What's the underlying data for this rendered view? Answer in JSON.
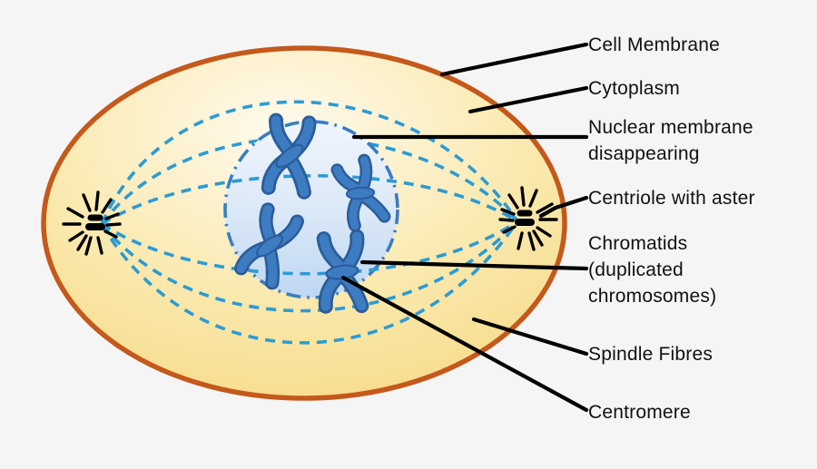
{
  "figure": {
    "kind": "labeled-biology-diagram",
    "visible_part_counts": {
      "chromosomes": 4,
      "centrioles": 2,
      "spindle_fibre_curves": 6
    }
  },
  "labels": [
    {
      "id": "cell-membrane",
      "text": "Cell Membrane"
    },
    {
      "id": "cytoplasm",
      "text": "Cytoplasm"
    },
    {
      "id": "nuclear-membrane",
      "text": "Nuclear membrane\ndisappearing"
    },
    {
      "id": "centriole-with-aster",
      "text": "Centriole with aster"
    },
    {
      "id": "chromatids",
      "text": "Chromatids\n(duplicated\nchromosomes)"
    },
    {
      "id": "spindle-fibres",
      "text": "Spindle Fibres"
    },
    {
      "id": "centromere",
      "text": "Centromere"
    }
  ],
  "colors": {
    "bg": "#f5f5f5",
    "ink": "#111111",
    "membrane": "#c4591b",
    "cell-in": "#fffaee",
    "cell-mid": "#fae9ae",
    "cell-out": "#f5d67c",
    "fiber": "#2c9bd3",
    "nuc-border": "#3b7dc1",
    "nuc-top": "#f0f5fd",
    "nuc-mid": "#dce9f8",
    "nuc-bottom": "#bed7f1",
    "chr-fill": "#3e7cc1",
    "chr-dark": "#2b5c9b"
  }
}
